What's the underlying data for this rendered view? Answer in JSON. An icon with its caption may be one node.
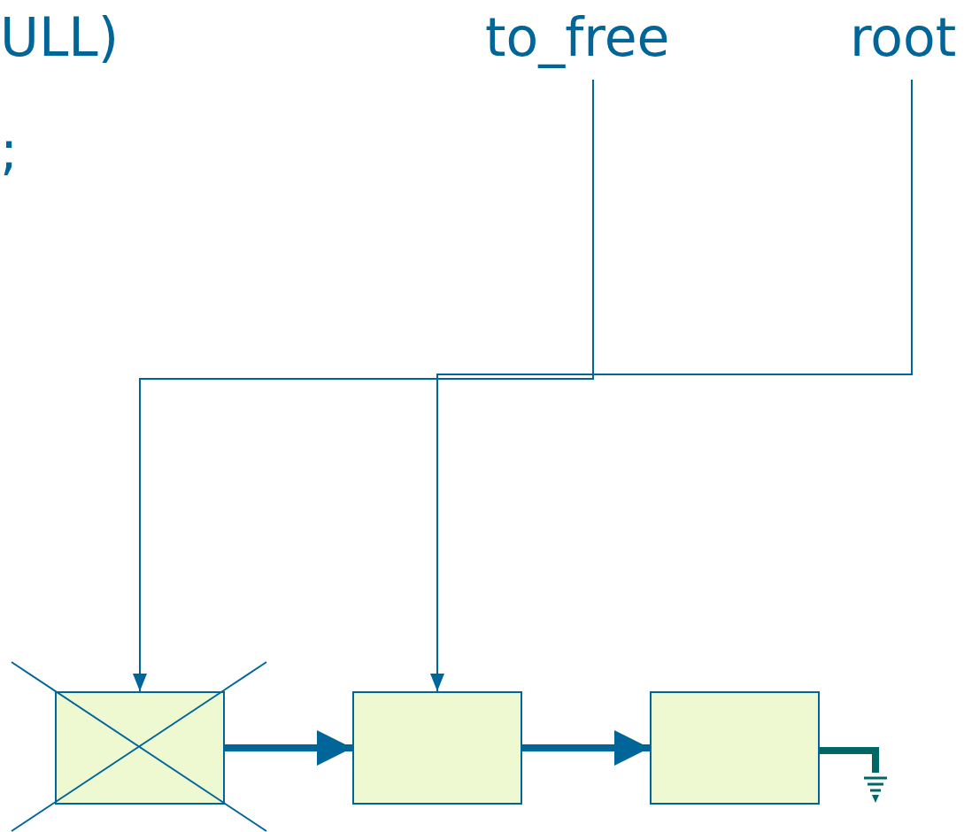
{
  "diagram": {
    "nodes": [
      {
        "text": [
          "to_free"
        ]
      },
      {
        "text": [
          "root"
        ]
      },
      {
        "text": [],
        "shape": "box"
      },
      {
        "text": [],
        "shape": "box"
      },
      {
        "text": [],
        "shape": "box"
      },
      {
        "text": [],
        "shape": "ground"
      }
    ],
    "edges": [
      {
        "from": 0,
        "to": 2,
        "arrow": "to"
      },
      {
        "from": 1,
        "to": 3,
        "arrow": "to"
      },
      {
        "from": 2,
        "to": 3,
        "arrow": "to"
      },
      {
        "from": 3,
        "to": 4,
        "arrow": "to"
      },
      {
        "from": 4,
        "to": 5,
        "arrow": "none",
        "color": "#006666"
      }
    ],
    "labels": [
      "ULL)",
      ";"
    ]
  }
}
